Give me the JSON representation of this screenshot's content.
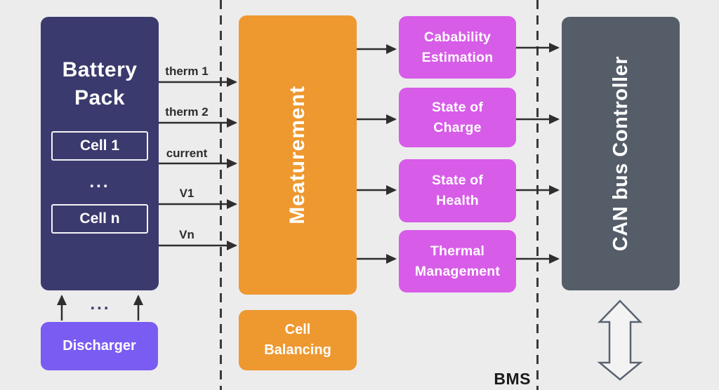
{
  "diagram": {
    "background_color": "#ECECEC",
    "colors": {
      "battery_navy": "#3B3A6E",
      "discharger_purple": "#7A5CF2",
      "measurement_orange": "#EE9830",
      "function_magenta": "#D75CE8",
      "can_gray": "#555D69",
      "arrow_line": "#2E2E2E",
      "boundary_dash": "#3A3A3A"
    },
    "battery_pack": {
      "line1": "Battery",
      "line2": "Pack",
      "cell_first": "Cell 1",
      "ellipsis": "...",
      "cell_last": "Cell n"
    },
    "discharger": {
      "label": "Discharger",
      "ellipsis": "..."
    },
    "signals": [
      {
        "label": "therm 1"
      },
      {
        "label": "therm 2"
      },
      {
        "label": "current"
      },
      {
        "label": "V1"
      },
      {
        "label": "Vn"
      }
    ],
    "measurement": {
      "label": "Meaturement"
    },
    "cell_balancing": {
      "line1": "Cell",
      "line2": "Balancing"
    },
    "functions": [
      {
        "line1": "Cabability",
        "line2": "Estimation"
      },
      {
        "line1": "State of",
        "line2": "Charge"
      },
      {
        "line1": "State of",
        "line2": "Health"
      },
      {
        "line1": "Thermal",
        "line2": "Management"
      }
    ],
    "can_bus": {
      "label": "CAN bus Controller"
    },
    "bms_label": "BMS"
  }
}
